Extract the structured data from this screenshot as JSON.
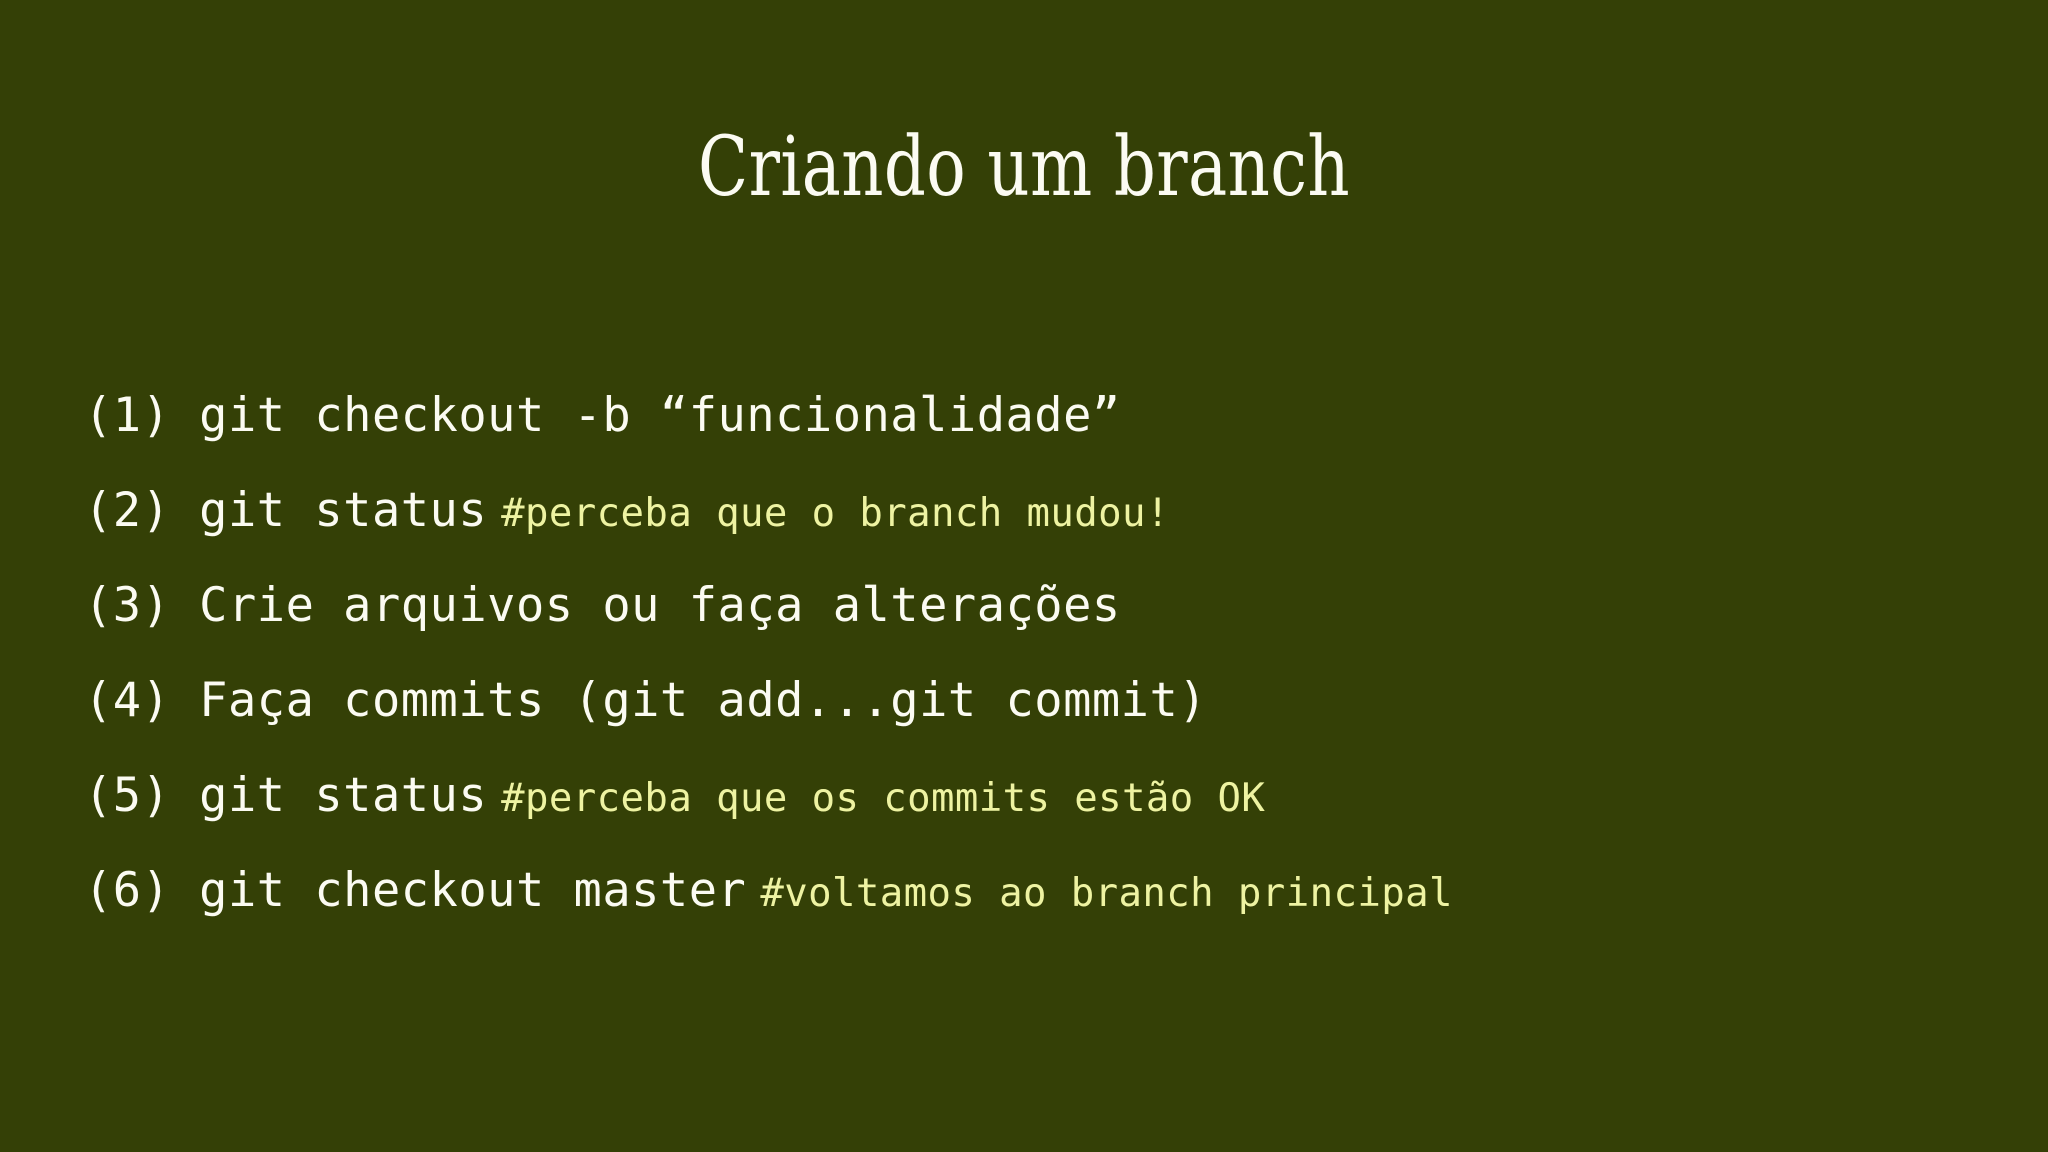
{
  "slide": {
    "title": "Criando um branch",
    "background_color": "#344006",
    "text_color": "#FBFBF2",
    "comment_color": "#EEF3A2",
    "steps": [
      {
        "number": "(1)",
        "command": "(1) git checkout -b “funcionalidade”",
        "comment": ""
      },
      {
        "number": "(2)",
        "command": "(2) git status",
        "comment": "#perceba que o branch mudou!"
      },
      {
        "number": "(3)",
        "command": "(3) Crie arquivos ou faça alterações",
        "comment": ""
      },
      {
        "number": "(4)",
        "command": "(4) Faça commits (git add...git commit)",
        "comment": ""
      },
      {
        "number": "(5)",
        "command": "(5) git status",
        "comment": "#perceba que os commits estão OK"
      },
      {
        "number": "(6)",
        "command": "(6) git checkout master",
        "comment": "#voltamos ao branch principal"
      }
    ]
  }
}
